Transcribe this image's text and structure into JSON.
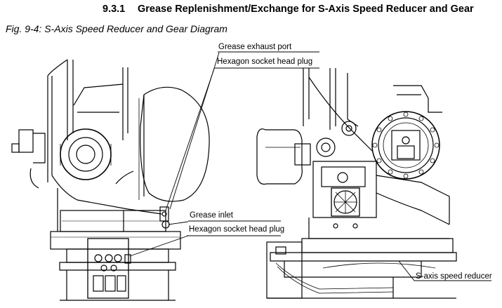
{
  "section": {
    "number": "9.3.1",
    "title": "Grease Replenishment/Exchange for S-Axis Speed Reducer and Gear"
  },
  "figure": {
    "caption": "Fig. 9-4: S-Axis Speed Reducer and Gear Diagram",
    "callouts": {
      "exhaust_port": "Grease exhaust port",
      "exhaust_plug": "Hexagon socket head plug",
      "inlet": "Grease inlet",
      "inlet_plug": "Hexagon socket head plug",
      "speed_reducer": "S-axis speed reducer"
    }
  }
}
